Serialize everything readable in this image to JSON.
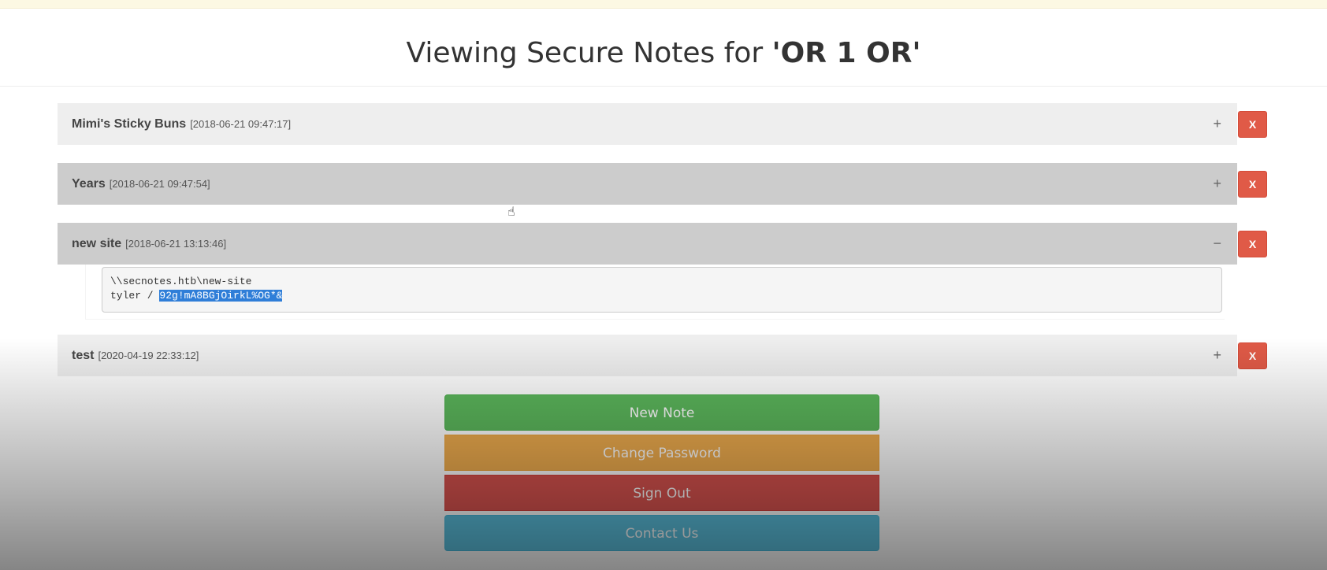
{
  "header": {
    "title_prefix": "Viewing Secure Notes for ",
    "username": "'OR 1 OR'"
  },
  "notes": [
    {
      "title": "Mimi's Sticky Buns",
      "timestamp": "[2018-06-21 09:47:17]",
      "toggle": "+",
      "delete_label": "X",
      "expanded": false
    },
    {
      "title": "Years",
      "timestamp": "[2018-06-21 09:47:54]",
      "toggle": "+",
      "delete_label": "X",
      "expanded": false
    },
    {
      "title": "new site",
      "timestamp": "[2018-06-21 13:13:46]",
      "toggle": "−",
      "delete_label": "X",
      "expanded": true,
      "body_line1": "\\\\secnotes.htb\\new-site",
      "body_line2_prefix": "tyler / ",
      "body_line2_selected": "92g!mA8BGjOirkL%OG*&"
    },
    {
      "title": "test",
      "timestamp": "[2020-04-19 22:33:12]",
      "toggle": "+",
      "delete_label": "X",
      "expanded": false
    }
  ],
  "actions": {
    "new_note": "New Note",
    "change_password": "Change Password",
    "sign_out": "Sign Out",
    "contact_us": "Contact Us"
  },
  "colors": {
    "delete": "#e05a47",
    "new_note": "#5cb85c",
    "change_password": "#f0ad4e",
    "sign_out": "#d9534f",
    "contact_us": "#5bc0de",
    "selection": "#2f7ed8"
  }
}
